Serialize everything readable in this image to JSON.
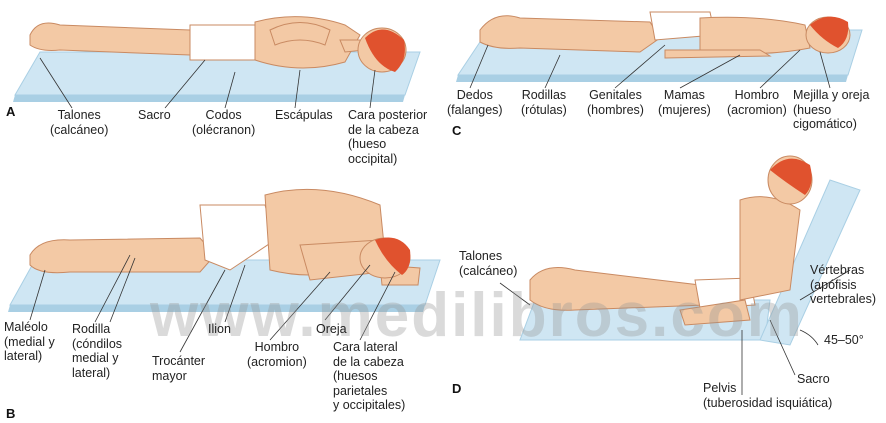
{
  "panel_a": {
    "letter": "A",
    "labels": [
      "Talones\n(calcáneo)",
      "Sacro",
      "Codos\n(olécranon)",
      "Escápulas",
      "Cara posterior\nde la cabeza\n(hueso\noccipital)"
    ]
  },
  "panel_b": {
    "letter": "B",
    "labels": [
      "Maléolo\n(medial y\nlateral)",
      "Rodilla\n(cóndilos\nmedial y\nlateral)",
      "Trocánter\nmayor",
      "Ilion",
      "Hombro\n(acromion)",
      "Oreja",
      "Cara lateral\nde la cabeza\n(huesos\nparietales\ny occipitales)"
    ]
  },
  "panel_c": {
    "letter": "C",
    "labels": [
      "Dedos\n(falanges)",
      "Rodillas\n(rótulas)",
      "Genitales\n(hombres)",
      "Mamas\n(mujeres)",
      "Hombro\n(acromion)",
      "Mejilla y oreja\n(hueso\ncigomático)"
    ]
  },
  "panel_d": {
    "letter": "D",
    "labels": [
      "Talones\n(calcáneo)",
      "Vértebras\n(apófisis\nvertebrales)",
      "45–50°",
      "Pelvis\n(tuberosidad isquiática)",
      "Sacro"
    ]
  },
  "watermark": "www.medilibros.com",
  "colors": {
    "mattress": "#cfe6f3",
    "mattress_edge": "#a9cfe4",
    "skin": "#f3c9a5",
    "skin_line": "#c98a62",
    "hair": "#e0522e",
    "underwear": "#ffffff",
    "leader": "#333333"
  }
}
